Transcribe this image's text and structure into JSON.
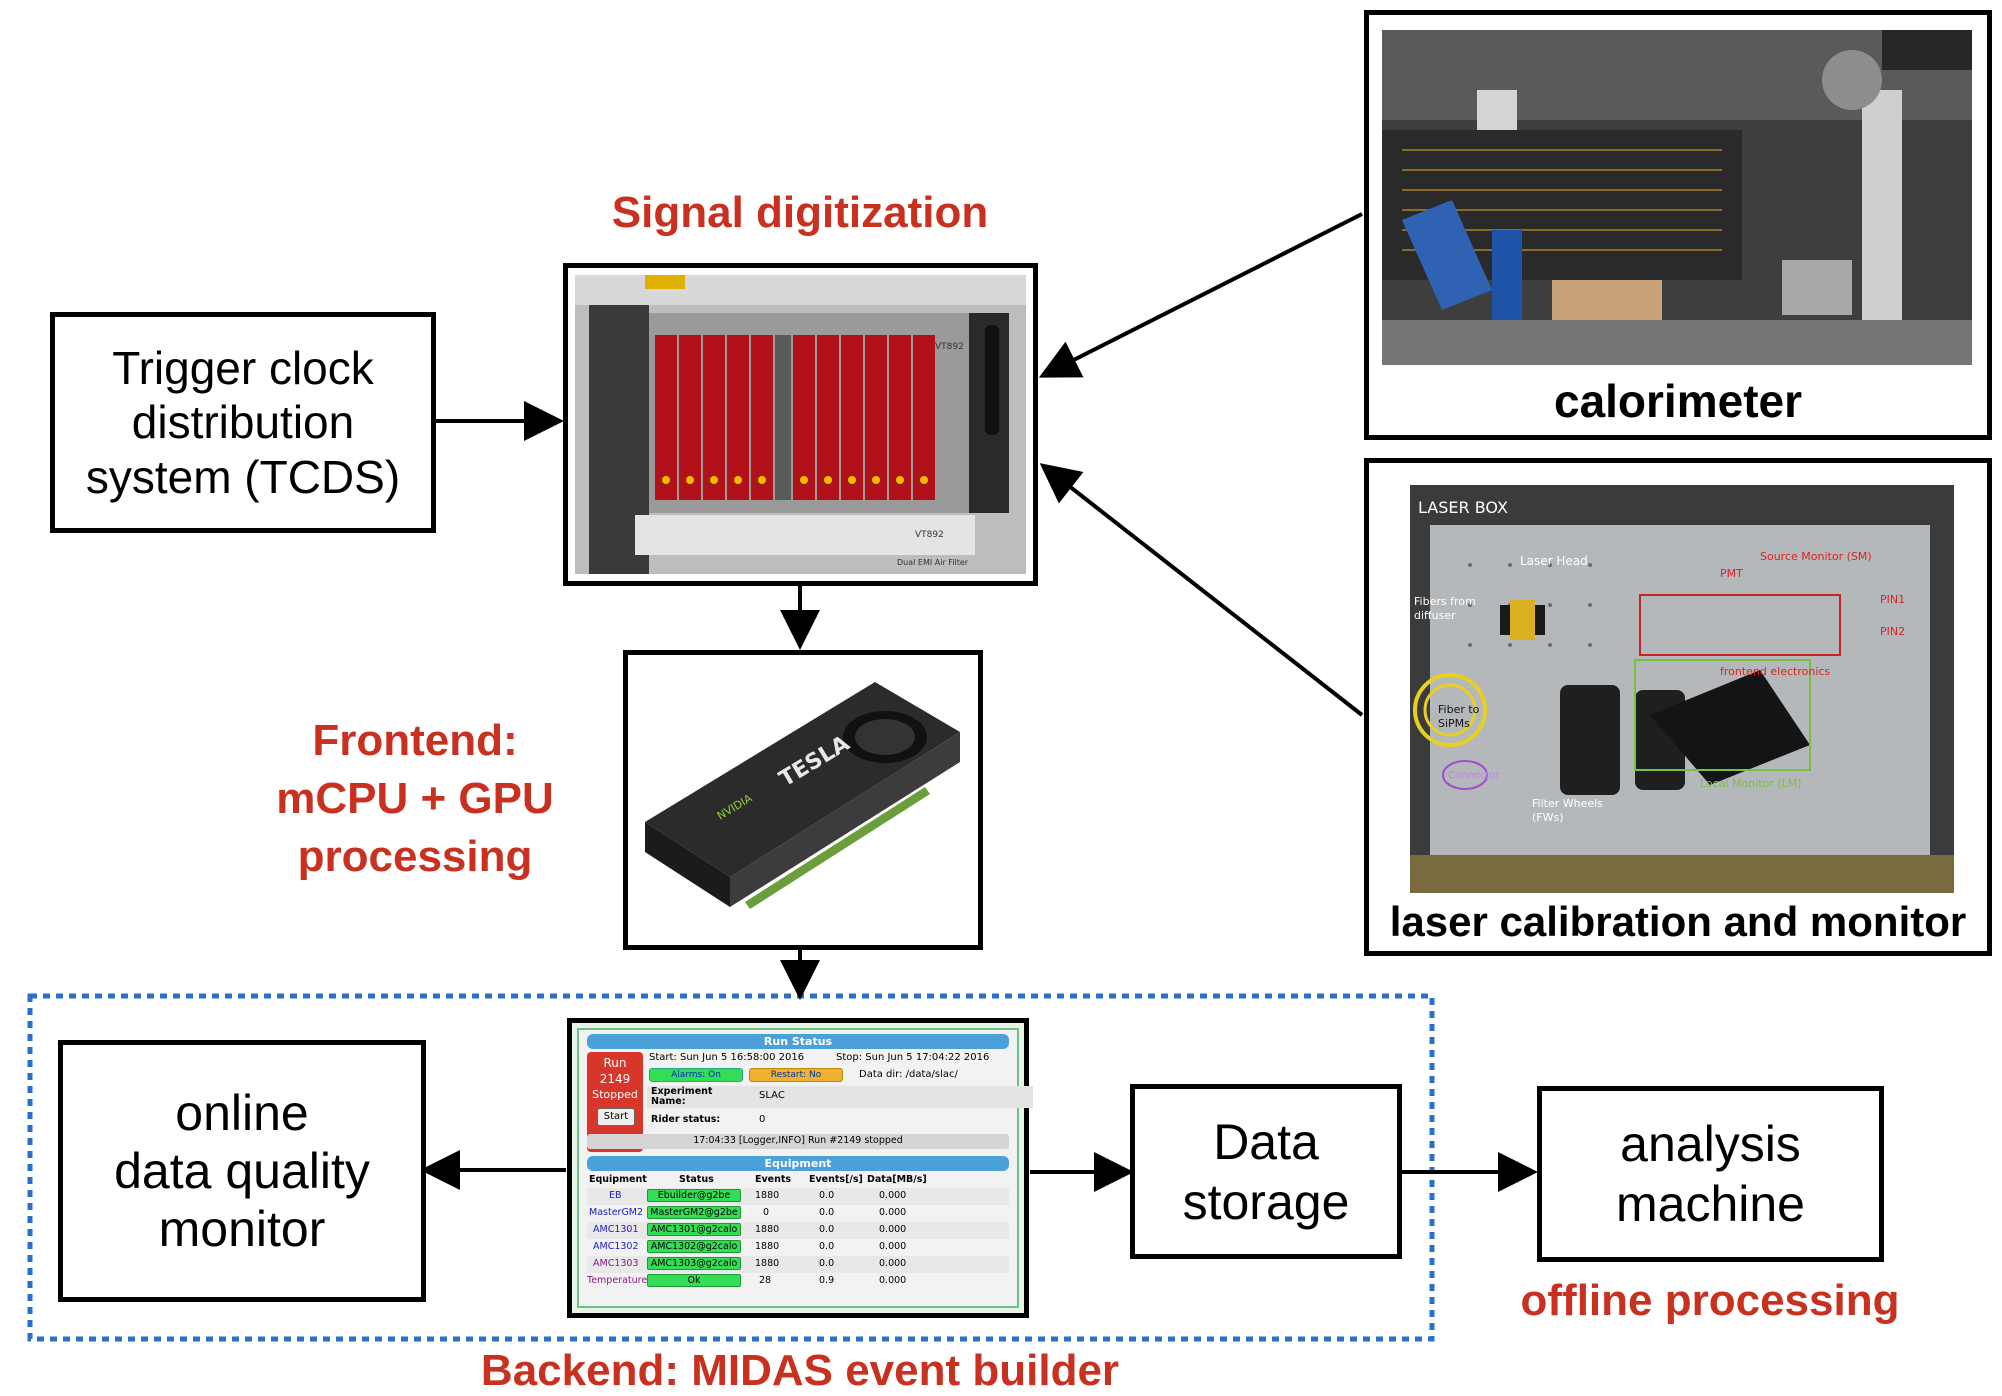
{
  "labels": {
    "signal_digitization": "Signal digitization",
    "frontend_line1": "Frontend:",
    "frontend_line2": "mCPU + GPU",
    "frontend_line3": "processing",
    "backend": "Backend: MIDAS event builder",
    "offline": "offline processing"
  },
  "boxes": {
    "tcds_line1": "Trigger clock",
    "tcds_line2": "distribution",
    "tcds_line3": "system (TCDS)",
    "dqm_line1": "online",
    "dqm_line2": "data quality",
    "dqm_line3": "monitor",
    "storage_line1": "Data",
    "storage_line2": "storage",
    "analysis_line1": "analysis",
    "analysis_line2": "machine"
  },
  "captions": {
    "calorimeter": "calorimeter",
    "laser": "laser calibration and monitor"
  },
  "photos": {
    "crate_model_top": "VT892",
    "crate_model_bottom": "VT892",
    "crate_footer": "Dual EMI Air Filter",
    "gpu_brand": "TESLA",
    "gpu_maker": "NVIDIA",
    "laser_box_title": "LASER BOX",
    "laser_head": "Laser Head",
    "fibers_from_diffuser_1": "Fibers from",
    "fibers_from_diffuser_2": "diffuser",
    "fiber_to_sipms_1": "Fiber to",
    "fiber_to_sipms_2": "SiPMs",
    "connector": "Connector",
    "filter_wheels_1": "Filter Wheels",
    "filter_wheels_2": "(FWs)",
    "source_monitor": "Source Monitor (SM)",
    "pmt": "PMT",
    "pin1": "PIN1",
    "pin2": "PIN2",
    "frontend_electronics": "frontend electronics",
    "local_monitor": "Local Monitor (LM)"
  },
  "midas": {
    "run_status_title": "Run Status",
    "run_label": "Run",
    "run_number": "2149",
    "run_state": "Stopped",
    "start_button": "Start",
    "start_time": "Start: Sun Jun 5 16:58:00 2016",
    "stop_time": "Stop: Sun Jun 5 17:04:22 2016",
    "alarms": "Alarms: On",
    "restart": "Restart: No",
    "data_dir": "Data dir: /data/slac/",
    "experiment_label_1": "Experiment",
    "experiment_label_2": "Name:",
    "experiment_value": "SLAC",
    "rider_label": "Rider status:",
    "rider_value": "0",
    "log_message": "17:04:33 [Logger,INFO] Run #2149 stopped",
    "equipment_title": "Equipment",
    "columns": [
      "Equipment",
      "Status",
      "Events",
      "Events[/s]",
      "Data[MB/s]"
    ],
    "rows": [
      {
        "name": "EB",
        "status": "Ebuilder@g2be",
        "events": "1880",
        "rate": "0.0",
        "data": "0.000"
      },
      {
        "name": "MasterGM2",
        "status": "MasterGM2@g2be",
        "events": "0",
        "rate": "0.0",
        "data": "0.000"
      },
      {
        "name": "AMC1301",
        "status": "AMC1301@g2calo",
        "events": "1880",
        "rate": "0.0",
        "data": "0.000"
      },
      {
        "name": "AMC1302",
        "status": "AMC1302@g2calo",
        "events": "1880",
        "rate": "0.0",
        "data": "0.000"
      },
      {
        "name": "AMC1303",
        "status": "AMC1303@g2calo",
        "events": "1880",
        "rate": "0.0",
        "data": "0.000"
      },
      {
        "name": "Temperature",
        "status": "Ok",
        "events": "28",
        "rate": "0.9",
        "data": "0.000"
      }
    ]
  },
  "colors": {
    "accent_red": "#c8301f",
    "dotted_blue": "#2a6fc9",
    "midas_header": "#4aa0d8",
    "status_green": "#33dd55"
  }
}
